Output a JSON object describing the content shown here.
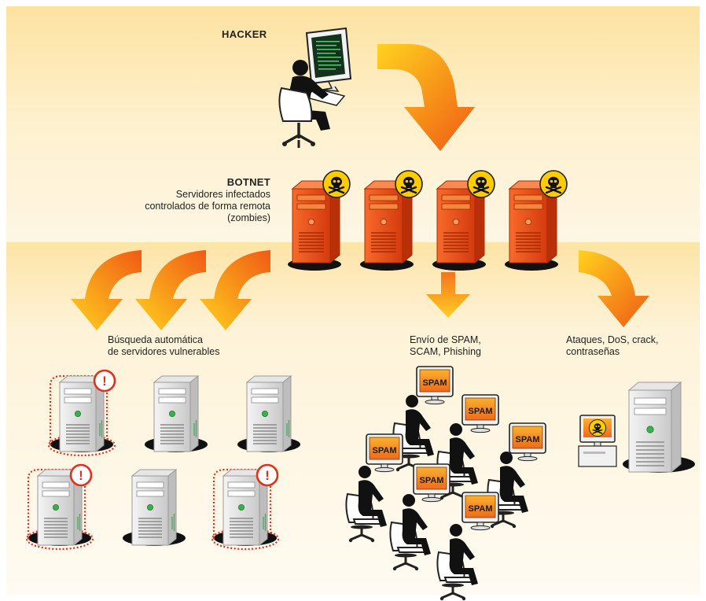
{
  "labels": {
    "hacker": "HACKER",
    "botnet_title": "BOTNET",
    "botnet_desc_1": "Servidores infectados",
    "botnet_desc_2": "controlados de forma remota",
    "botnet_desc_3": "(zombies)",
    "search_1": "Búsqueda automática",
    "search_2": "de servidores vulnerables",
    "spam_1": "Envío de SPAM,",
    "spam_2": "SCAM, Phishing",
    "attack_1": "Ataques, DoS, crack,",
    "attack_2": "contraseñas"
  },
  "monitor_text": "SPAM",
  "warning_mark": "!",
  "colors": {
    "band_top": "#fbe7b6",
    "band_mid": "#fdf3dc",
    "arrow_start": "#ffd21f",
    "arrow_end": "#f05a14",
    "zombie_server": "#ee4a17",
    "skull_badge": "#ffcc00",
    "warning": "#e0301e",
    "spam_screen": "#f39a22"
  }
}
